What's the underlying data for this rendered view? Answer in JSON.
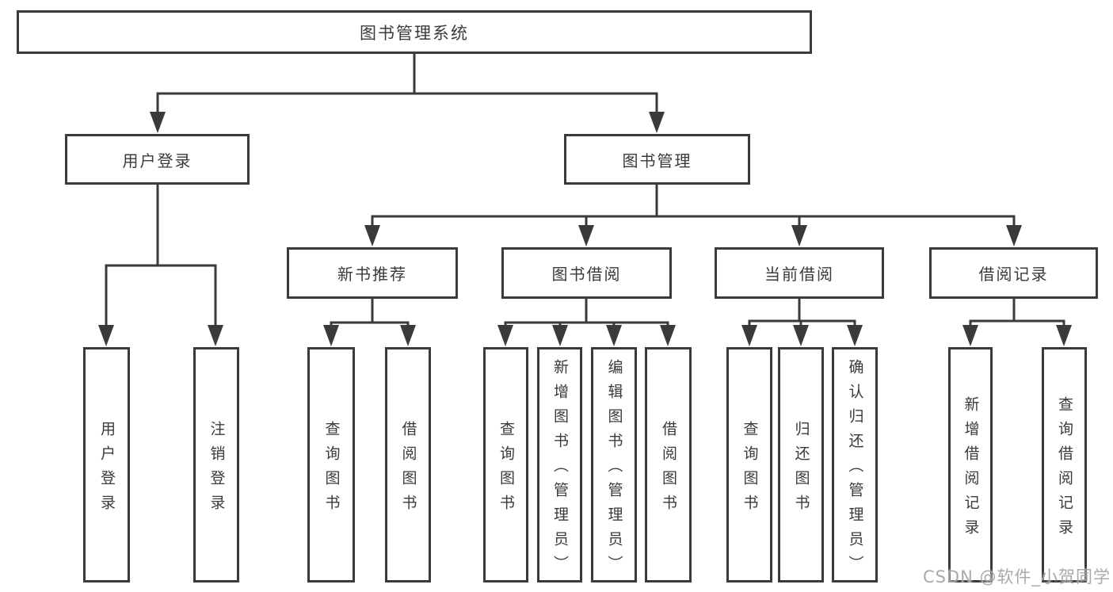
{
  "tree": {
    "root": {
      "label": "图书管理系统",
      "children": [
        {
          "label": "用户登录",
          "children": [
            {
              "label": "用户登录"
            },
            {
              "label": "注销登录"
            }
          ]
        },
        {
          "label": "图书管理",
          "children": [
            {
              "label": "新书推荐",
              "children": [
                {
                  "label": "查询图书"
                },
                {
                  "label": "借阅图书"
                }
              ]
            },
            {
              "label": "图书借阅",
              "children": [
                {
                  "label": "查询图书"
                },
                {
                  "label": "新增图书（管理员）"
                },
                {
                  "label": "编辑图书（管理员）"
                },
                {
                  "label": "借阅图书"
                }
              ]
            },
            {
              "label": "当前借阅",
              "children": [
                {
                  "label": "查询图书"
                },
                {
                  "label": "归还图书"
                },
                {
                  "label": "确认归还（管理员）"
                }
              ]
            },
            {
              "label": "借阅记录",
              "children": [
                {
                  "label": "新增借阅记录"
                },
                {
                  "label": "查询借阅记录"
                }
              ]
            }
          ]
        }
      ]
    }
  },
  "watermark": {
    "text": "CSDN @软件_小贺同学"
  },
  "colors": {
    "line": "#3a3a3a",
    "border": "#3a3a3a",
    "text": "#3a3a3a",
    "background": "#ffffff",
    "watermark": "#a2a2a2"
  }
}
